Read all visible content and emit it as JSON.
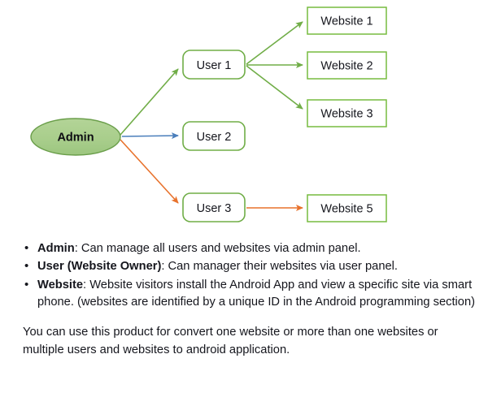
{
  "diagram": {
    "admin": {
      "label": "Admin",
      "shape": "ellipse",
      "fill": "#a9ce8c",
      "stroke": "#6a9e4a"
    },
    "users": [
      {
        "label": "User 1"
      },
      {
        "label": "User 2"
      },
      {
        "label": "User 3"
      }
    ],
    "websites": [
      {
        "label": "Website 1"
      },
      {
        "label": "Website 2"
      },
      {
        "label": "Website 3"
      },
      {
        "label": "Website 5"
      }
    ],
    "colors": {
      "green_arrow": "#70ad47",
      "blue_arrow": "#4a7ebb",
      "orange_arrow": "#e8722c",
      "user_box_stroke": "#70ad47",
      "website_box_stroke": "#77bc3f",
      "box_fill": "#ffffff"
    }
  },
  "bullets": [
    {
      "lead": "Admin",
      "text": ": Can manage all users and websites via admin panel."
    },
    {
      "lead": "User (Website Owner)",
      "text": ": Can manager their websites via user panel."
    },
    {
      "lead": "Website",
      "text": ": Website visitors install the Android App and view a specific site via smart phone. (websites are identified by a unique ID in the Android programming section)"
    }
  ],
  "closing": "You can use this product for convert one website or more than one websites or multiple users and websites to android application."
}
